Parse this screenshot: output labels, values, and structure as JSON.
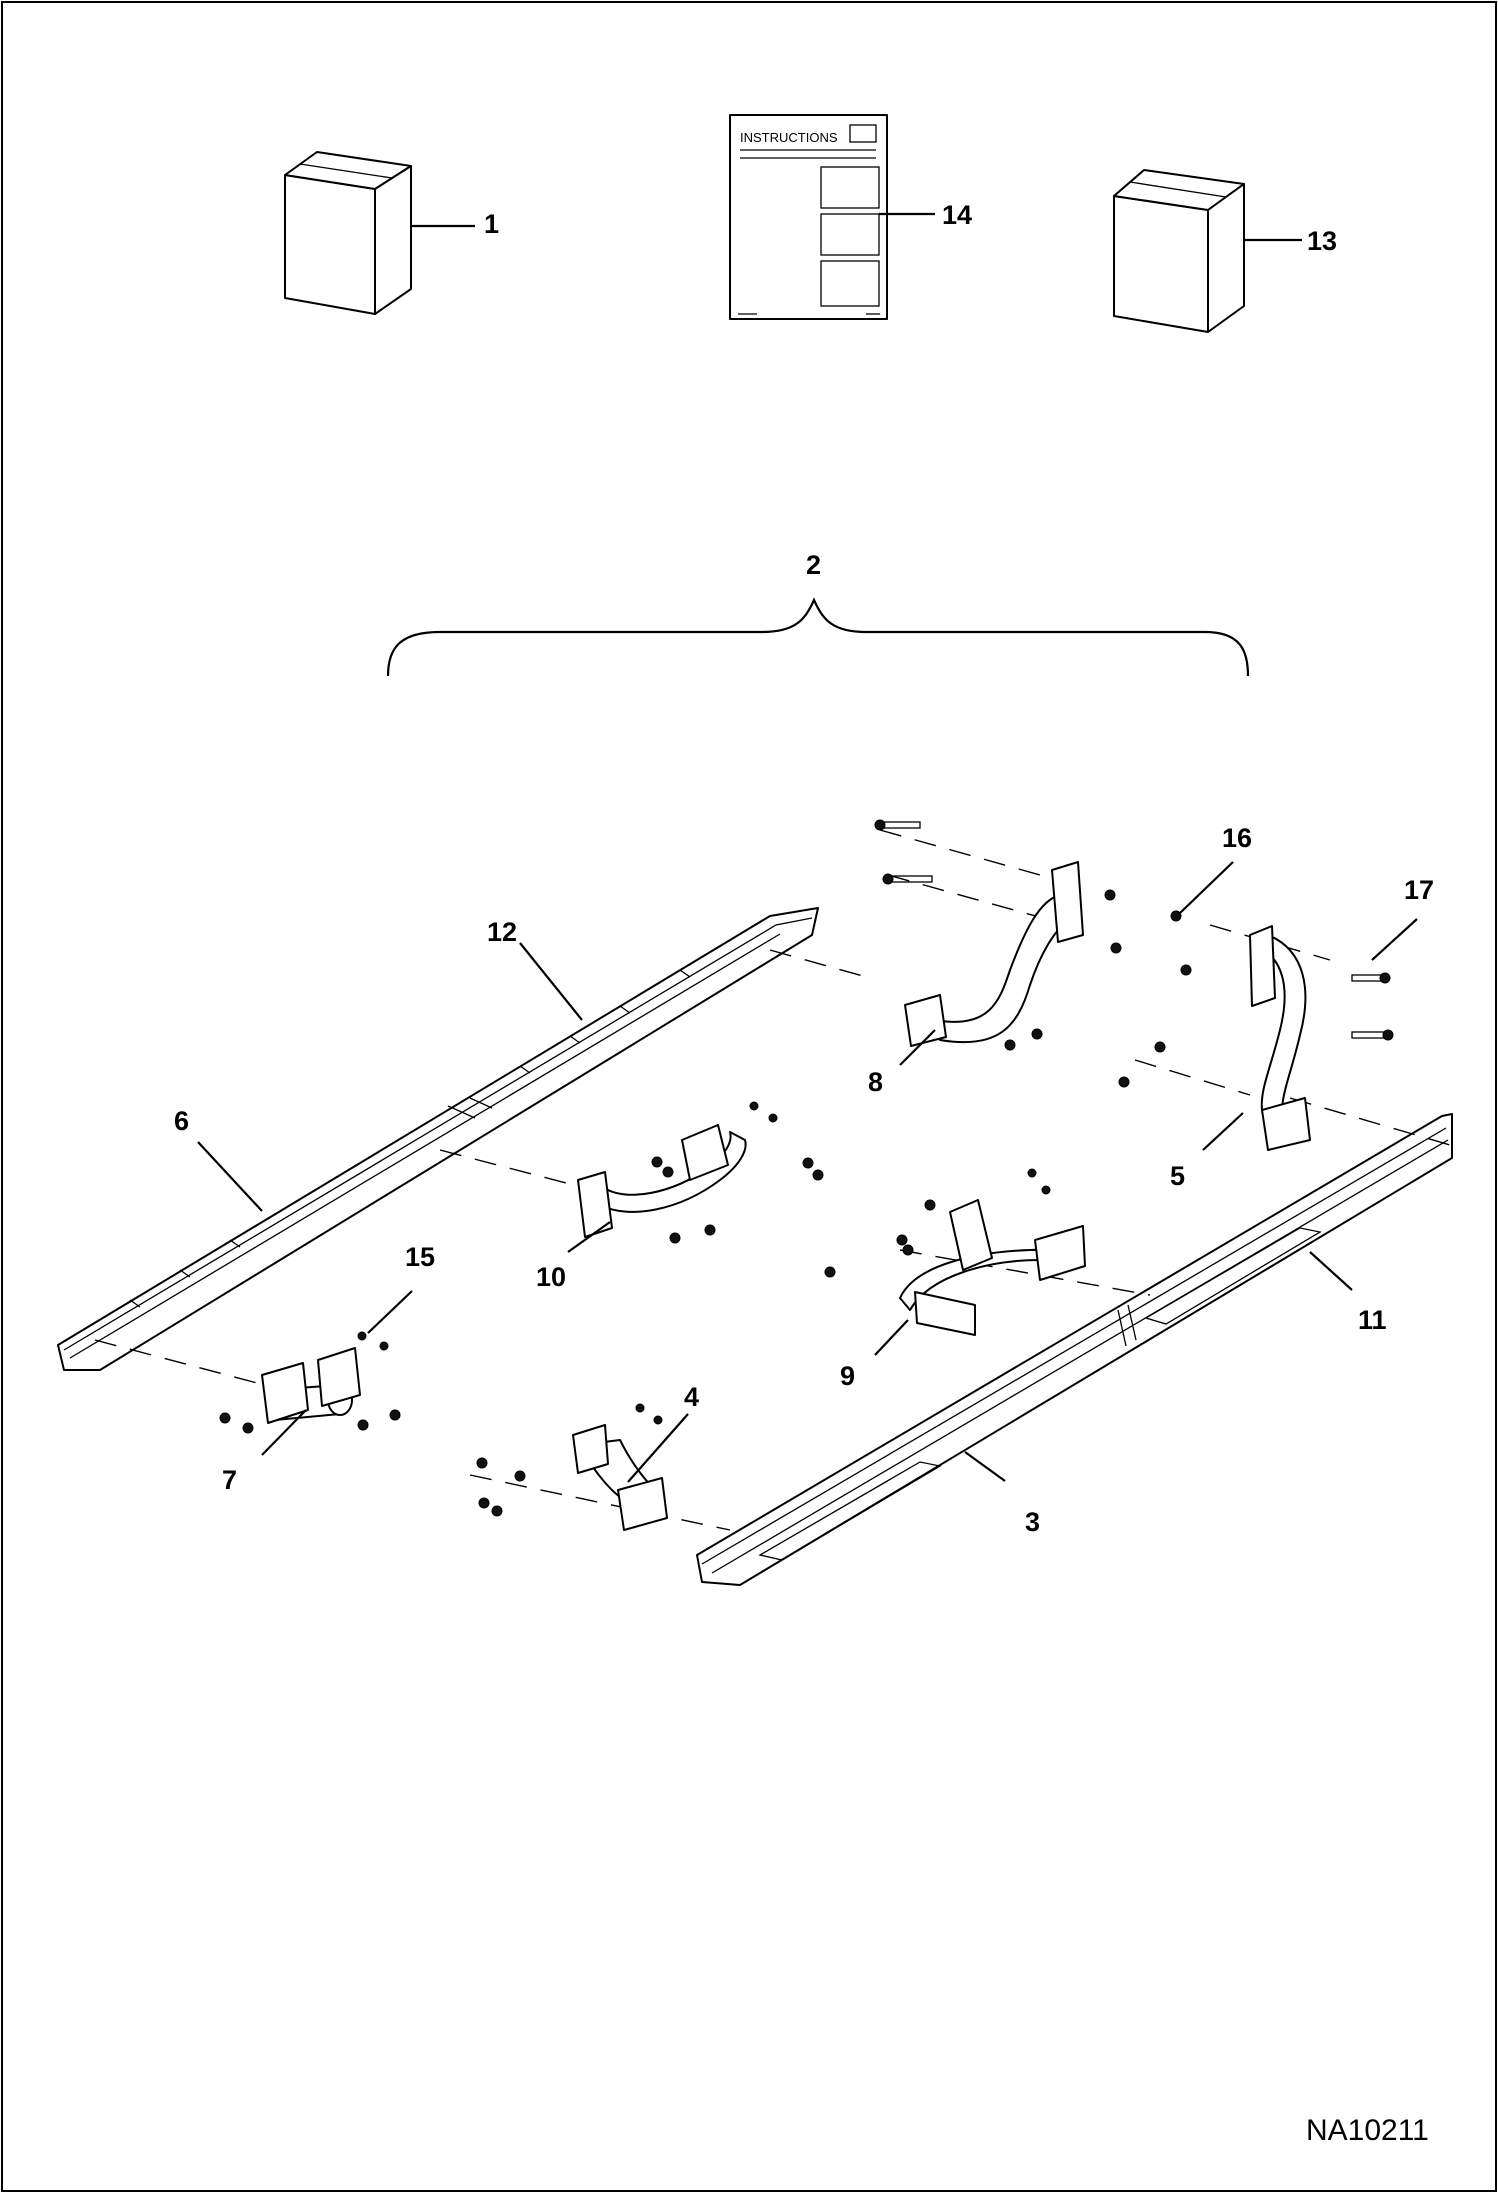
{
  "document": {
    "id": "NA10211",
    "instructions_sheet_label": "INSTRUCTIONS"
  },
  "callouts": {
    "c1": "1",
    "c2": "2",
    "c3": "3",
    "c4": "4",
    "c5": "5",
    "c6": "6",
    "c7": "7",
    "c8": "8",
    "c9": "9",
    "c10": "10",
    "c11": "11",
    "c12": "12",
    "c13": "13",
    "c14": "14",
    "c15": "15",
    "c16": "16",
    "c17": "17"
  }
}
